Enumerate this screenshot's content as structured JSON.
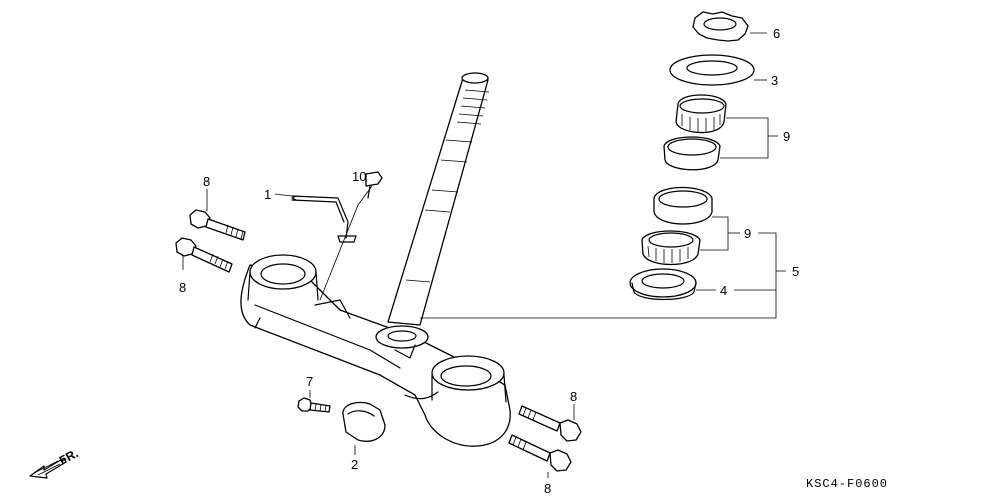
{
  "callouts": {
    "n1": "1",
    "n2": "2",
    "n3": "3",
    "n4": "4",
    "n5": "5",
    "n6": "6",
    "n7": "7",
    "n8a": "8",
    "n8b": "8",
    "n8c": "8",
    "n8d": "8",
    "n9a": "9",
    "n9b": "9",
    "n10": "10"
  },
  "direction": {
    "label": "FR."
  },
  "diagram_code": "KSC4-F0600"
}
